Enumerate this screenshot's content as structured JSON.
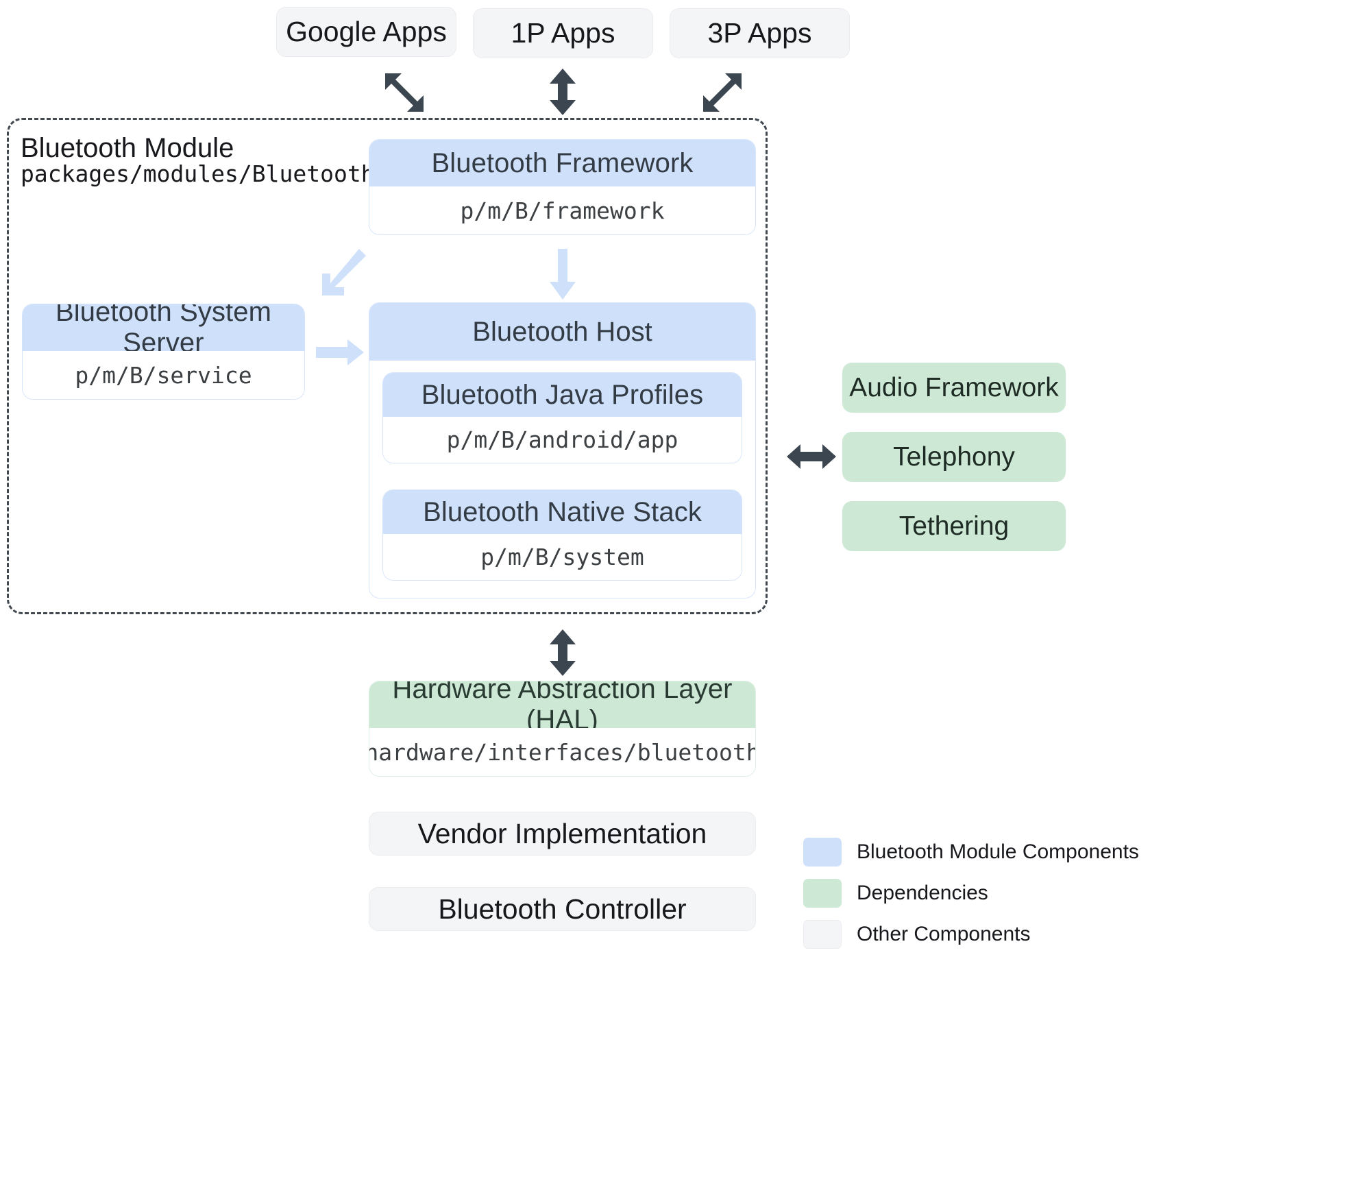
{
  "top_apps": [
    {
      "label": "Google Apps",
      "arrow": "diagonal-bidirectional-nwse-icon"
    },
    {
      "label": "1P Apps",
      "arrow": "vertical-bidirectional-icon"
    },
    {
      "label": "3P Apps",
      "arrow": "diagonal-bidirectional-nesw-icon"
    }
  ],
  "module": {
    "title": "Bluetooth Module",
    "path": "packages/modules/Bluetooth"
  },
  "components": {
    "framework": {
      "title": "Bluetooth Framework",
      "path": "p/m/B/framework"
    },
    "system_server": {
      "title": "Bluetooth System Server",
      "path": "p/m/B/service"
    },
    "host": {
      "title": "Bluetooth Host"
    },
    "java_profiles": {
      "title": "Bluetooth Java Profiles",
      "path": "p/m/B/android/app"
    },
    "native_stack": {
      "title": "Bluetooth Native Stack",
      "path": "p/m/B/system"
    },
    "hal": {
      "title": "Hardware Abstraction Layer (HAL)",
      "path": "hardware/interfaces/bluetooth"
    }
  },
  "dependencies": [
    {
      "label": "Audio Framework"
    },
    {
      "label": "Telephony"
    },
    {
      "label": "Tethering"
    }
  ],
  "bottom_components": [
    {
      "label": "Vendor Implementation"
    },
    {
      "label": "Bluetooth Controller"
    }
  ],
  "legend": [
    {
      "label": "Bluetooth Module Components",
      "color": "#cfe0fa"
    },
    {
      "label": "Dependencies",
      "color": "#cde9d5"
    },
    {
      "label": "Other Components",
      "color": "#f4f5f7"
    }
  ],
  "colors": {
    "module_blue": "#cfe0fa",
    "dependency_green": "#cde9d5",
    "other_grey": "#f4f5f7",
    "arrow_dark": "#3c4650",
    "arrow_light_blue": "#cfe0fa",
    "dashed_border": "#41484f"
  }
}
